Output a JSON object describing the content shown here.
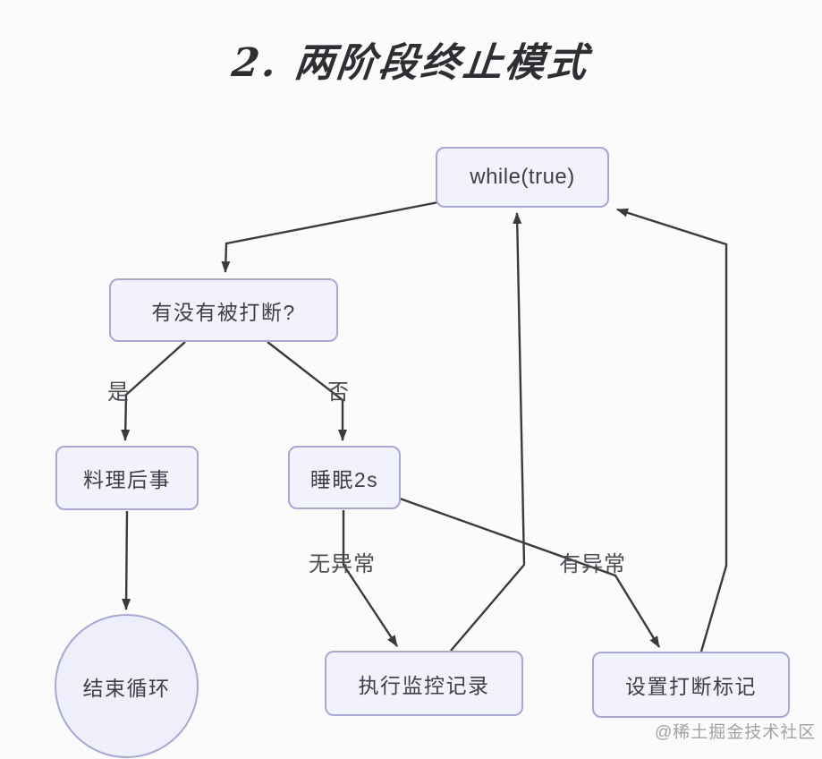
{
  "title": "2. 两阶段终止模式",
  "watermark": "@稀土掘金技术社区",
  "colors": {
    "background": "#fbfbfc",
    "node_border": "#a7a7da",
    "node_fill": "#f2f2fc",
    "circle_fill": "#eeeffa",
    "arrow": "#3b3b3f",
    "node_text": "#3e3e46",
    "edge_label_text": "#4c4c52",
    "watermark_text": "#a2a2a6"
  },
  "nodes": [
    {
      "id": "while-true",
      "label": "while(true)",
      "shape": "rect"
    },
    {
      "id": "interrupted",
      "label": "有没有被打断?",
      "shape": "rect"
    },
    {
      "id": "aftermath",
      "label": "料理后事",
      "shape": "rect"
    },
    {
      "id": "sleep",
      "label": "睡眠2s",
      "shape": "rect"
    },
    {
      "id": "end-loop",
      "label": "结束循环",
      "shape": "circle"
    },
    {
      "id": "monitor",
      "label": "执行监控记录",
      "shape": "rect"
    },
    {
      "id": "set-flag",
      "label": "设置打断标记",
      "shape": "rect"
    }
  ],
  "edges": [
    {
      "from": "while-true",
      "to": "interrupted",
      "label": ""
    },
    {
      "from": "interrupted",
      "to": "aftermath",
      "label": "是"
    },
    {
      "from": "interrupted",
      "to": "sleep",
      "label": "否"
    },
    {
      "from": "aftermath",
      "to": "end-loop",
      "label": ""
    },
    {
      "from": "sleep",
      "to": "monitor",
      "label": "无异常"
    },
    {
      "from": "sleep",
      "to": "set-flag",
      "label": "有异常"
    },
    {
      "from": "monitor",
      "to": "while-true",
      "label": ""
    },
    {
      "from": "set-flag",
      "to": "while-true",
      "label": ""
    }
  ]
}
